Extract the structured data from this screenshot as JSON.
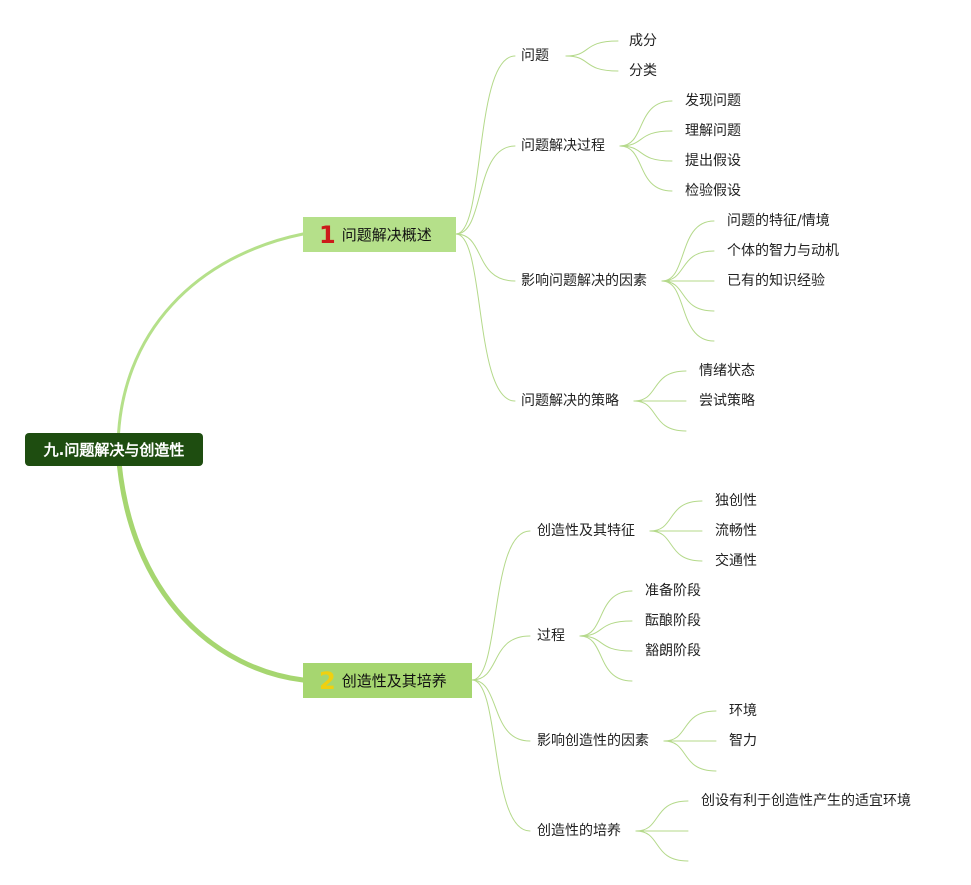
{
  "root": {
    "label": "九.问题解决与创造性"
  },
  "colors": {
    "root_bg": "#1e4d10",
    "main1_bg": "#b5e08a",
    "main2_bg": "#a6d670",
    "num1": "#cc1a1a",
    "num2": "#f0d010",
    "link": "#b4d98a"
  },
  "topics": [
    {
      "number": "1",
      "label": "问题解决概述",
      "subtopics": [
        {
          "label": "问题",
          "children": [
            "成分",
            "分类"
          ]
        },
        {
          "label": "问题解决过程",
          "children": [
            "发现问题",
            "理解问题",
            "提出假设",
            "检验假设"
          ]
        },
        {
          "label": "影响问题解决的因素",
          "children": [
            "问题的特征/情境",
            "个体的智力与动机",
            "已有的知识经验",
            "",
            ""
          ]
        },
        {
          "label": "问题解决的策略",
          "children": [
            "情绪状态",
            "尝试策略",
            ""
          ]
        }
      ]
    },
    {
      "number": "2",
      "label": "创造性及其培养",
      "subtopics": [
        {
          "label": "创造性及其特征",
          "children": [
            "独创性",
            "流畅性",
            "交通性"
          ]
        },
        {
          "label": "过程",
          "children": [
            "准备阶段",
            "酝酿阶段",
            "豁朗阶段",
            ""
          ]
        },
        {
          "label": "影响创造性的因素",
          "children": [
            "环境",
            "智力",
            ""
          ]
        },
        {
          "label": "创造性的培养",
          "children": [
            "创设有利于创造性产生的适宜环境",
            "",
            ""
          ]
        }
      ]
    }
  ]
}
